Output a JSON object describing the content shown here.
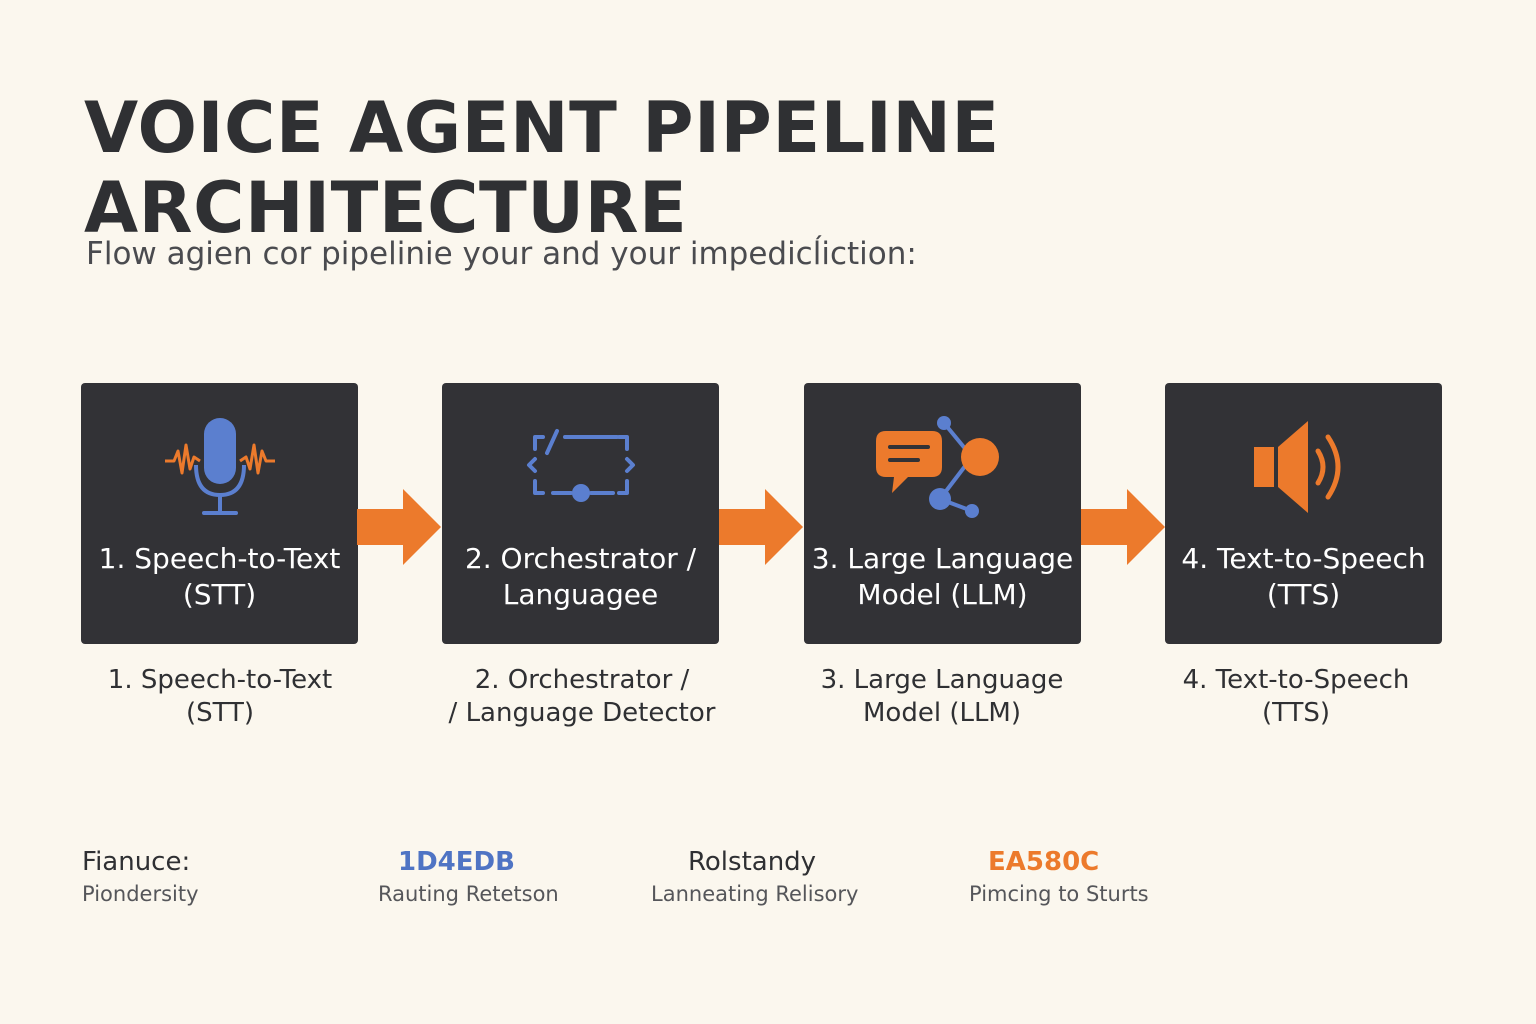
{
  "header": {
    "title_line1": "VOICE AGENT PIPELINE",
    "title_line2": "ARCHITECTURE",
    "subtitle": "Flow agien cor  pipelinie your and your impedicĺiction:"
  },
  "stages": [
    {
      "icon": "microphone-waveform-icon",
      "label_line1": "1. Speech-to-Text",
      "label_line2": "(STT)",
      "caption_line1": "1. Speech-to-Text",
      "caption_line2": "(STT)"
    },
    {
      "icon": "code-bracket-icon",
      "label_line1": "2. Orchestrator /",
      "label_line2": "Languagee",
      "caption_line1": "2. Orchestrator /",
      "caption_line2": "/ Language Detector"
    },
    {
      "icon": "chat-network-icon",
      "label_line1": "3. Large Language",
      "label_line2": "Model (LLM)",
      "caption_line1": "3. Large Language",
      "caption_line2": "Model (LLM)"
    },
    {
      "icon": "speaker-icon",
      "label_line1": "4. Text-to-Speech",
      "label_line2": "(TTS)",
      "caption_line1": "4. Text-to-Speech",
      "caption_line2": "(TTS)"
    }
  ],
  "legend": [
    {
      "key": "Fianuce:",
      "value": "Piondersity",
      "color": "#2f3033"
    },
    {
      "key": "1D4EDB",
      "value": "Rauting Retetson",
      "color": "#4f74c4"
    },
    {
      "key": "Rolstandy",
      "value": "Lanneating Relisory",
      "color": "#2f3033"
    },
    {
      "key": "EA580C",
      "value": "Pimcing to Sturts",
      "color": "#ec7a2c"
    }
  ],
  "colors": {
    "background": "#fbf7ee",
    "card": "#323236",
    "accent_orange": "#ec7a2c",
    "accent_blue": "#5b7fcf"
  }
}
